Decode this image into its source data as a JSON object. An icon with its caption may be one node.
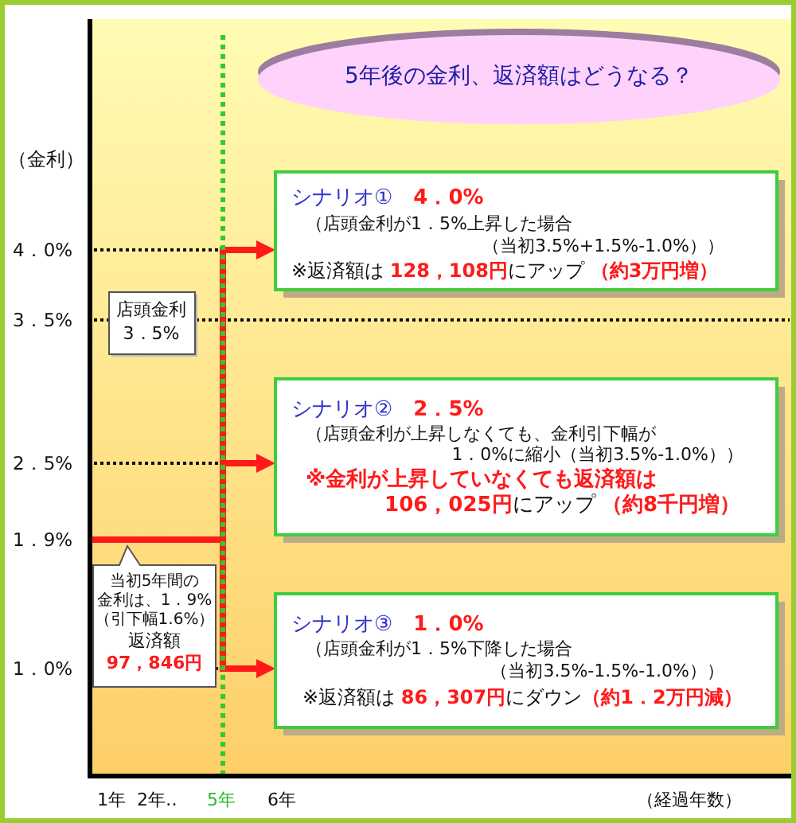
{
  "diagram": {
    "nodes": [
      {
        "text": [
          "5年後の金利、返済額はどうなる？"
        ]
      },
      {
        "text": [
          "シナリオ①　**4．0%**",
          "（店頭金利が1．5%上昇した場合（当初3.5%+1.5%-1.0%））",
          "※返済額は **128，108円**にアップ **（約3万円増）**"
        ]
      },
      {
        "text": [
          "シナリオ②　**2．5%**",
          "（店頭金利が上昇しなくても、金利引下幅が1．0%に縮小（当初3.5%-1.0%））",
          "**※金利が上昇していなくても返済額は106，025円**にアップ **（約8千円増）**"
        ]
      },
      {
        "text": [
          "シナリオ③　**1．0%**",
          "（店頭金利が1．5%下降した場合（当初3.5%-1.5%-1.0%））",
          "※返済額は **86，307円**にダウン**（約1．2万円減）**"
        ]
      },
      {
        "text": [
          "店頭金利3．5%"
        ]
      },
      {
        "text": [
          "当初5年間の金利は、1．9%",
          "（引下幅1.6%）",
          "返済額**97，846円**"
        ]
      }
    ],
    "edges": [
      {
        "from": 5,
        "to": 1,
        "arrow": "to"
      },
      {
        "from": 5,
        "to": 2,
        "arrow": "to"
      },
      {
        "from": 5,
        "to": 3,
        "arrow": "to"
      }
    ],
    "labels": [
      "（金利）",
      "4．0%",
      "3．5%",
      "2．5%",
      "1．9%",
      "1．0%",
      "1年",
      "2年‥",
      "5年",
      "6年",
      "（経過年数）"
    ]
  }
}
